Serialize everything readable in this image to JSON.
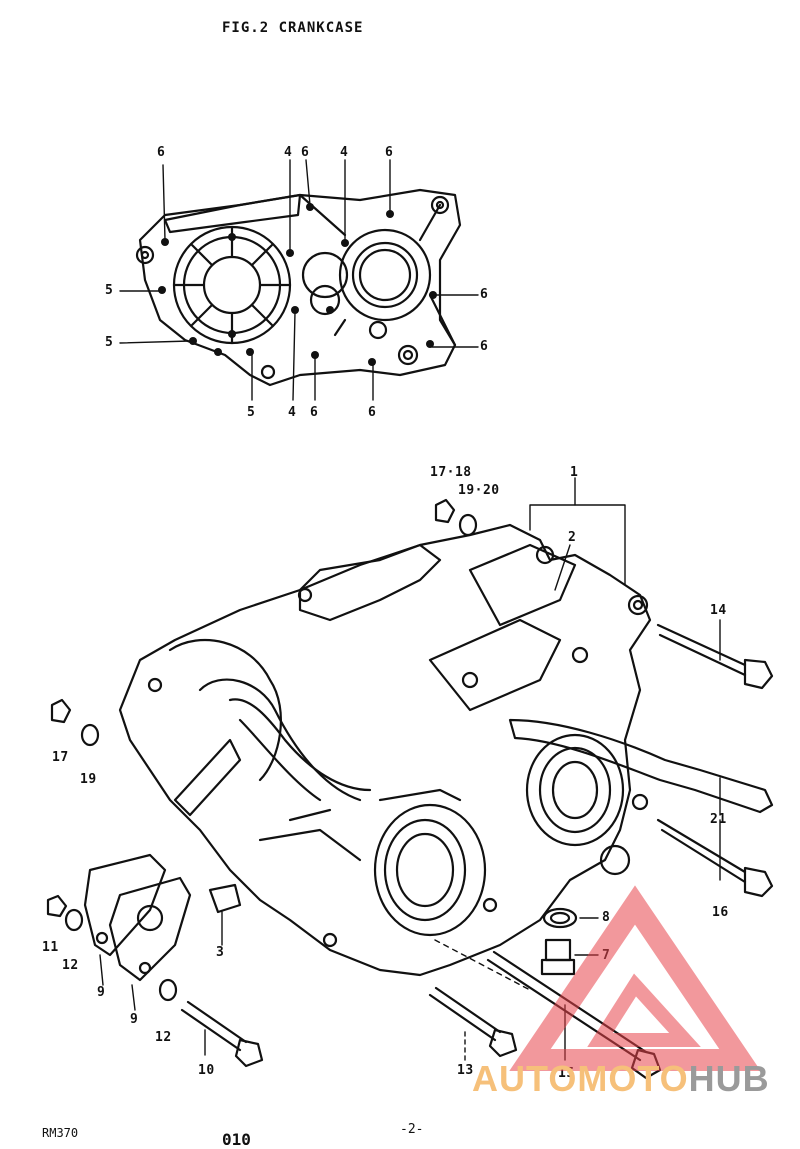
{
  "title": "FIG.2  CRANKCASE",
  "footer": {
    "model": "RM370",
    "page": "-2-",
    "code": "010"
  },
  "watermark": {
    "part1": "AUTOMOTO",
    "part2": "HUB",
    "accent": "#e8434a"
  },
  "callouts": {
    "top_6a": "6",
    "top_4a": "4",
    "top_6b": "6",
    "top_4b": "4",
    "top_6c": "6",
    "left_5a": "5",
    "left_5b": "5",
    "right_6a": "6",
    "right_6b": "6",
    "bot_5": "5",
    "bot_4": "4",
    "bot_6a": "6",
    "bot_6b": "6",
    "p1": "1",
    "p2": "2",
    "p3": "3",
    "p7": "7",
    "p8": "8",
    "p9a": "9",
    "p9b": "9",
    "p10": "10",
    "p11": "11",
    "p12a": "12",
    "p12b": "12",
    "p13": "13",
    "p14": "14",
    "p15": "15",
    "p16": "16",
    "p17a": "17·18",
    "p17b": "17",
    "p19a": "19·20",
    "p19b": "19",
    "p21": "21"
  }
}
